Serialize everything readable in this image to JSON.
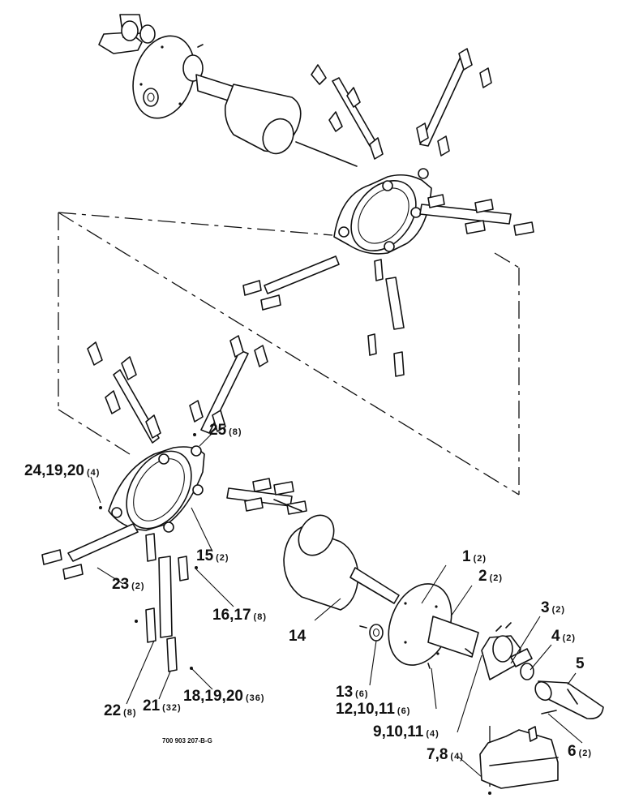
{
  "drawing_code": "700 903 207-B-G",
  "callouts": [
    {
      "id": "c1",
      "number": "1",
      "qty": "(2)"
    },
    {
      "id": "c2",
      "number": "2",
      "qty": "(2)"
    },
    {
      "id": "c3",
      "number": "3",
      "qty": "(2)"
    },
    {
      "id": "c4",
      "number": "4",
      "qty": "(2)"
    },
    {
      "id": "c5",
      "number": "5",
      "qty": ""
    },
    {
      "id": "c6",
      "number": "6",
      "qty": "(2)"
    },
    {
      "id": "c7",
      "number": "7,8",
      "qty": "(4)"
    },
    {
      "id": "c9",
      "number": "9,10,11",
      "qty": "(4)"
    },
    {
      "id": "c12",
      "number": "12,10,11",
      "qty": "(6)"
    },
    {
      "id": "c13",
      "number": "13",
      "qty": "(6)"
    },
    {
      "id": "c14",
      "number": "14",
      "qty": ""
    },
    {
      "id": "c15",
      "number": "15",
      "qty": "(2)"
    },
    {
      "id": "c16",
      "number": "16,17",
      "qty": "(8)"
    },
    {
      "id": "c18",
      "number": "18,19,20",
      "qty": "(36)"
    },
    {
      "id": "c21",
      "number": "21",
      "qty": "(32)"
    },
    {
      "id": "c22",
      "number": "22",
      "qty": "(8)"
    },
    {
      "id": "c23",
      "number": "23",
      "qty": "(2)"
    },
    {
      "id": "c24",
      "number": "24,19,20",
      "qty": "(4)"
    },
    {
      "id": "c25",
      "number": "25",
      "qty": "(8)"
    }
  ]
}
